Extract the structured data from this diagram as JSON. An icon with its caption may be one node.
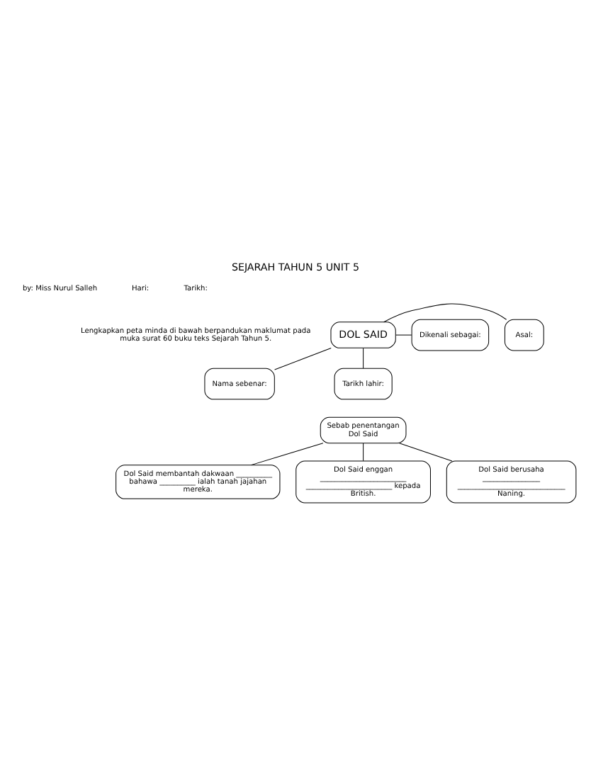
{
  "diagram": {
    "title": "SEJARAH TAHUN 5 UNIT 5",
    "nodes": [
      {
        "text": [
          "Nama sebenar:"
        ]
      },
      {
        "text": [
          "Asal:"
        ]
      },
      {
        "text": [
          "DOL SAID"
        ]
      },
      {
        "text": [
          "Dikenali sebagai:"
        ]
      },
      {
        "text": [
          "Tarikh lahir:"
        ]
      },
      {
        "text": [
          "Sebab penentangan Dol Said"
        ]
      },
      {
        "text": [
          "Dol Said membantah dakwaan __________ bahawa __________ ialah tanah jajahan mereka."
        ]
      },
      {
        "text": [
          "Dol Said enggan ________________________ ________________________ kepada British."
        ]
      },
      {
        "text": [
          "Dol Said berusaha ________________ ______________________________ Naning."
        ]
      }
    ],
    "edges": [
      {
        "from": 2,
        "to": 0,
        "arrow": "none"
      },
      {
        "from": 2,
        "to": 1,
        "arrow": "none"
      },
      {
        "from": 2,
        "to": 3,
        "arrow": "none"
      },
      {
        "from": 2,
        "to": 4,
        "arrow": "none"
      },
      {
        "from": 5,
        "to": 6,
        "arrow": "none"
      },
      {
        "from": 5,
        "to": 7,
        "arrow": "none"
      },
      {
        "from": 5,
        "to": 8,
        "arrow": "none"
      }
    ],
    "labels": [
      "by: Miss Nurul Salleh",
      "Hari:",
      "Tarikh:",
      "Lengkapkan peta minda di bawah berpandukan maklumat pada muka surat 60 buku teks Sejarah Tahun 5."
    ]
  }
}
